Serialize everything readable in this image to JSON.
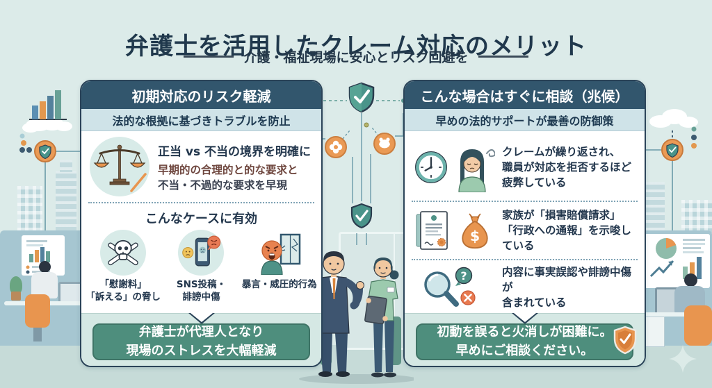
{
  "title": "弁護士を活用したクレーム対応のメリット",
  "subtitle": "介護・福祉現場に安心とリスク回避を",
  "colors": {
    "header_bar": "#32566d",
    "subheader_bar": "#cfe3e8",
    "conclusion_box": "#4e8e7d",
    "accent_orange": "#ea9a55",
    "shield_teal": "#4a948a",
    "background": "#dcebe9"
  },
  "left_panel": {
    "header": "初期対応のリスク軽減",
    "subheader": "法的な根拠に基づきトラブルを防止",
    "point": {
      "line1": "正当 vs 不当の境界を明確に",
      "line2": "早期的の合理的と的な要求と",
      "line3": "不当・不過的な要求を早現"
    },
    "cases_heading": "こんなケースに有効",
    "cases": [
      {
        "icon": "skull-crossbones-icon",
        "label": "「慰謝料」\n「訴える」の脅し"
      },
      {
        "icon": "sns-phone-icon",
        "label": "SNS投稿・\n誹謗中傷"
      },
      {
        "icon": "angry-person-icon",
        "label": "暴言・威圧的行為"
      }
    ],
    "footer": "弁護士が代理人となり\n現場のストレスを大幅軽減"
  },
  "right_panel": {
    "header": "こんな場合はすぐに相談（兆候）",
    "subheader": "早めの法的サポートが最善の防御策",
    "signs": [
      {
        "icons": [
          "clock-icon",
          "tired-staff-icon"
        ],
        "text": "クレームが繰り返され、\n職員が対応を拒否するほど\n疲弊している"
      },
      {
        "icons": [
          "document-icon",
          "money-bag-icon"
        ],
        "text": "家族が「損害賠償請求」\n「行政への通報」を示唆している"
      },
      {
        "icons": [
          "magnifier-icon",
          "question-x-icon"
        ],
        "text": "内容に事実誤認や誹謗中傷が\n含まれている"
      }
    ],
    "footer": "初動を誤ると火消しが困難に。\n早めにご相談ください。"
  }
}
